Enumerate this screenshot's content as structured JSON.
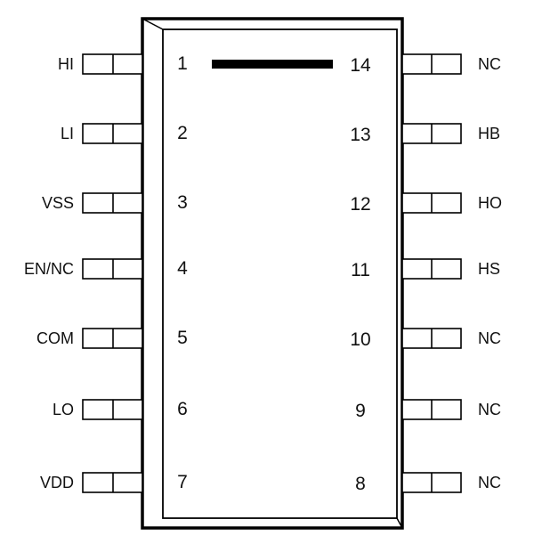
{
  "diagram": {
    "left_pins": [
      {
        "number": "1",
        "name": "HI"
      },
      {
        "number": "2",
        "name": "LI"
      },
      {
        "number": "3",
        "name": "VSS"
      },
      {
        "number": "4",
        "name": "EN/NC"
      },
      {
        "number": "5",
        "name": "COM"
      },
      {
        "number": "6",
        "name": "LO"
      },
      {
        "number": "7",
        "name": "VDD"
      }
    ],
    "right_pins": [
      {
        "number": "14",
        "name": "NC"
      },
      {
        "number": "13",
        "name": "HB"
      },
      {
        "number": "12",
        "name": "HO"
      },
      {
        "number": "11",
        "name": "HS"
      },
      {
        "number": "10",
        "name": "NC"
      },
      {
        "number": "9",
        "name": "NC"
      },
      {
        "number": "8",
        "name": "NC"
      }
    ],
    "colors": {
      "stroke": "#000000",
      "background": "#ffffff"
    }
  }
}
